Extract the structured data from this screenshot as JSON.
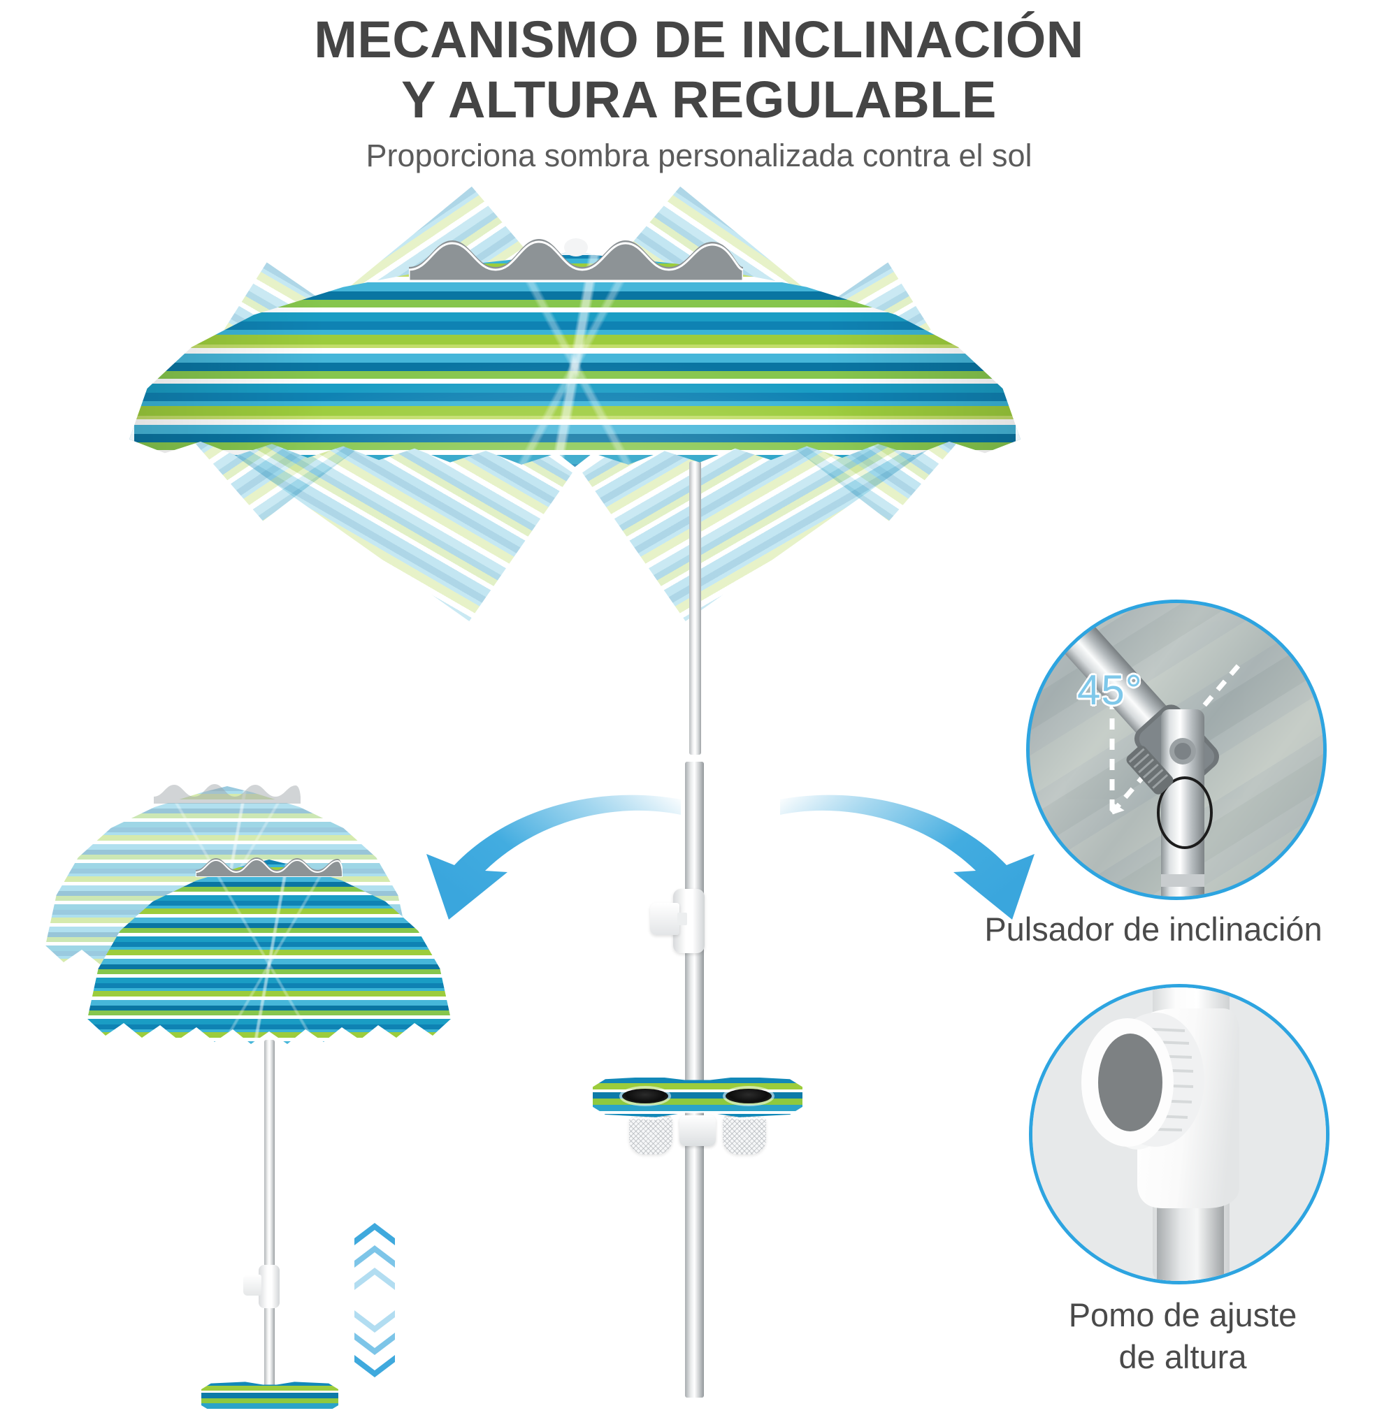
{
  "header": {
    "title_line_1": "MECANISMO DE INCLINACIÓN",
    "title_line_2": "Y ALTURA REGULABLE",
    "subtitle": "Proporciona sombra personalizada contra el sol"
  },
  "callouts": {
    "tilt": {
      "caption": "Pulsador de inclinación",
      "angle_label": "45°",
      "icon": "tilt-joint-icon"
    },
    "height": {
      "caption": "Pomo de ajuste\nde altura",
      "icon": "adjustment-knob-icon"
    }
  },
  "annotations": {
    "arrow_left": "curved-arrow-left-icon",
    "arrow_right": "curved-arrow-right-icon",
    "chevrons_up": "chevron-up-stack-icon",
    "chevrons_down": "chevron-down-stack-icon"
  },
  "colors": {
    "accent_blue": "#2da4e0",
    "arrow_blue": "#3fa9dd",
    "title_gray": "#454545",
    "subtitle_gray": "#5b5b5b",
    "caption_gray": "#4a4a4a",
    "fabric_teal": "#0f82b3",
    "fabric_cyan": "#3ab4d6",
    "fabric_lime": "#9ccc3c",
    "fabric_white": "#ffffff",
    "degree_label_blue": "#7fc8ea",
    "metal_gray": "#9ea9ab",
    "background": "#ffffff"
  },
  "product": {
    "canopy_pattern": "striped-teal-lime-white",
    "parts": {
      "canopy": "umbrella-canopy",
      "pole": "telescoping-pole",
      "side_table": "side-table-with-cup-holders",
      "cup_holders": 2,
      "mesh_pockets": 2,
      "height_collar": "height-adjust-collar",
      "tilt_joint": "tilt-joint"
    },
    "tilt_positions": 4
  }
}
